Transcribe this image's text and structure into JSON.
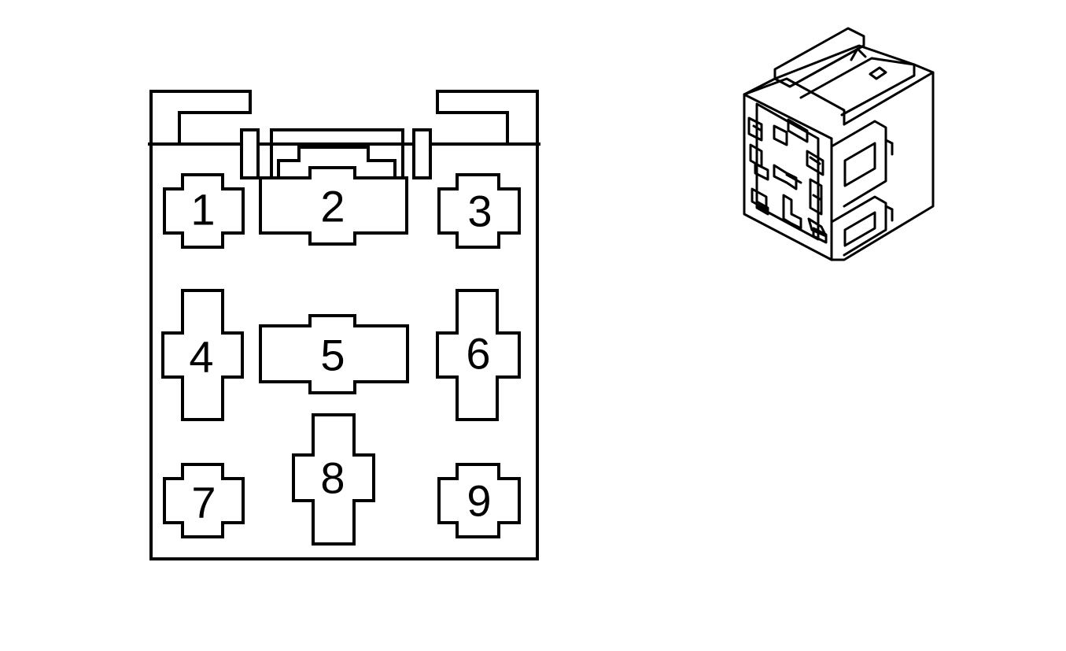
{
  "diagram": {
    "pins": [
      {
        "label": "1"
      },
      {
        "label": "2"
      },
      {
        "label": "3"
      },
      {
        "label": "4"
      },
      {
        "label": "5"
      },
      {
        "label": "6"
      },
      {
        "label": "7"
      },
      {
        "label": "8"
      },
      {
        "label": "9"
      }
    ]
  }
}
